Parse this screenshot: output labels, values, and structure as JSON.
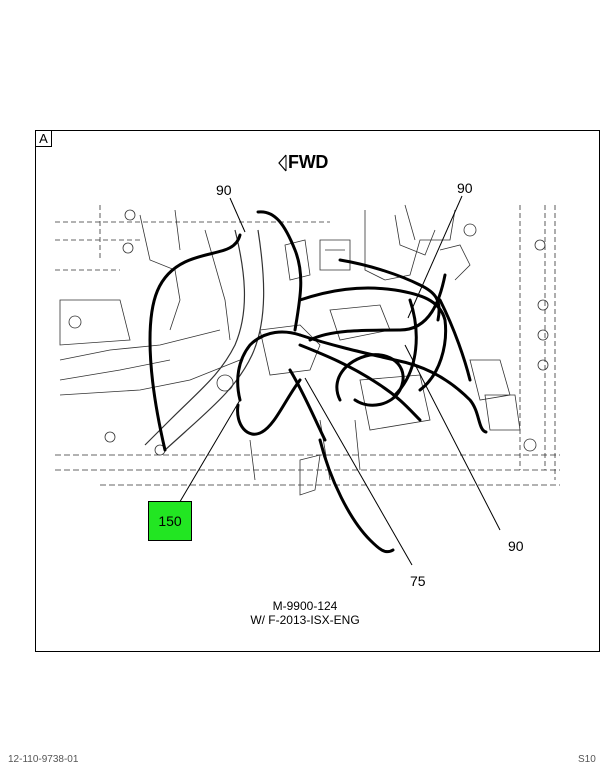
{
  "panel": {
    "letter": "A"
  },
  "direction": {
    "label": "FWD",
    "icon": "diamond-arrow-icon"
  },
  "callouts": {
    "c90_top_left": "90",
    "c90_top_right": "90",
    "c90_bottom_right": "90",
    "c75": "75",
    "c150": "150"
  },
  "caption": {
    "line1": "M-9900-124",
    "line2": "W/ F-2013-ISX-ENG"
  },
  "footer": {
    "left": "12-110-9738-01",
    "right": "S10"
  },
  "colors": {
    "highlight": "#22e622",
    "line": "#000000"
  }
}
